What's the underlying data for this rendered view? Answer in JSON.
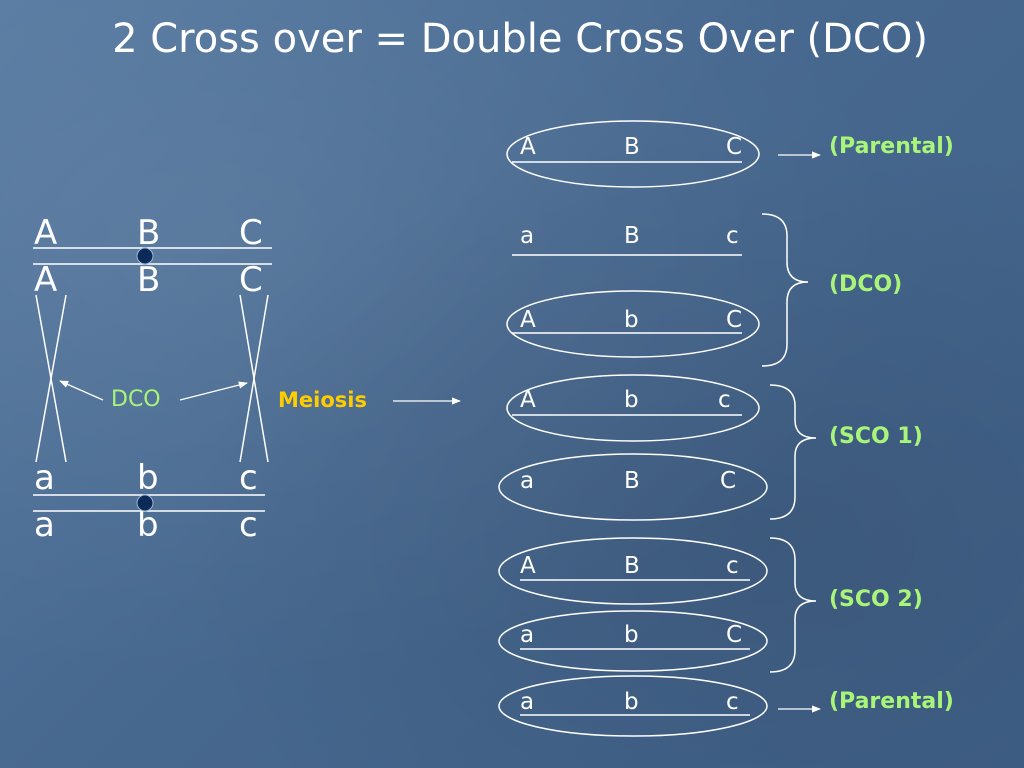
{
  "title": "2 Cross over = Double Cross Over (DCO)",
  "colors": {
    "background": "#4a6b92",
    "text": "#ffffff",
    "label_green": "#a8f57a",
    "meiosis_yellow": "#ffcc00",
    "centromere": "#0b2a57"
  },
  "left": {
    "top_rows": [
      [
        "A",
        "B",
        "C"
      ],
      [
        "A",
        "B",
        "C"
      ]
    ],
    "bottom_rows": [
      [
        "a",
        "b",
        "c"
      ],
      [
        "a",
        "b",
        "c"
      ]
    ],
    "dco_label": "DCO",
    "meiosis_label": "Meiosis"
  },
  "gametes": [
    {
      "genes": [
        "A",
        "B",
        "C"
      ]
    },
    {
      "genes": [
        "a",
        "B",
        "c"
      ]
    },
    {
      "genes": [
        "A",
        "b",
        "C"
      ]
    },
    {
      "genes": [
        "A",
        "b",
        "c"
      ]
    },
    {
      "genes": [
        "a",
        "B",
        "C"
      ]
    },
    {
      "genes": [
        "A",
        "B",
        "c"
      ]
    },
    {
      "genes": [
        "a",
        "b",
        "C"
      ]
    },
    {
      "genes": [
        "a",
        "b",
        "c"
      ]
    }
  ],
  "classes": {
    "parental_top": "(Parental)",
    "dco": "(DCO)",
    "sco1": "(SCO 1)",
    "sco2": "(SCO 2)",
    "parental_bottom": "(Parental)"
  }
}
